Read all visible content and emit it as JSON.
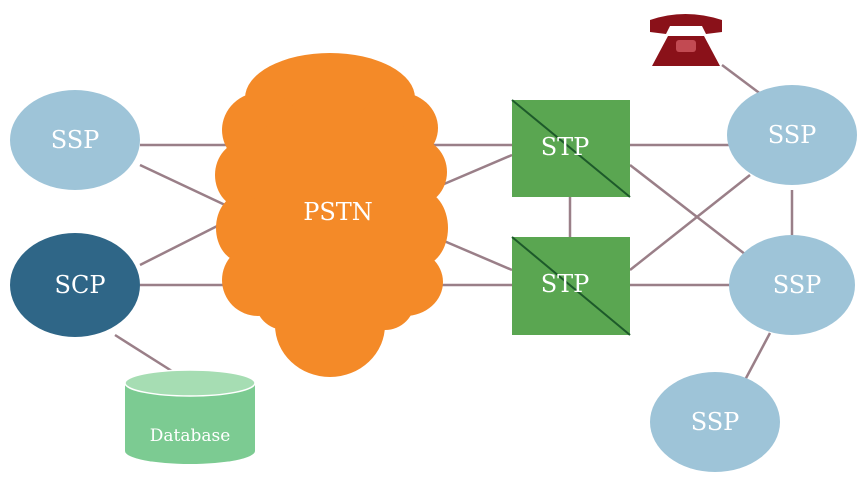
{
  "diagram": {
    "nodes": {
      "ssp_top_left": {
        "label": "SSP",
        "type": "SSP",
        "color": "#9ec4d8"
      },
      "scp": {
        "label": "SCP",
        "type": "SCP",
        "color": "#2f6687"
      },
      "database": {
        "label": "Database",
        "type": "Database",
        "color": "#7ccb92"
      },
      "pstn": {
        "label": "PSTN",
        "type": "PSTN",
        "color": "#f48a28"
      },
      "stp_top": {
        "label": "STP",
        "type": "STP",
        "color": "#5aa651"
      },
      "stp_bottom": {
        "label": "STP",
        "type": "STP",
        "color": "#5aa651"
      },
      "ssp_top_right": {
        "label": "SSP",
        "type": "SSP",
        "color": "#9ec4d8"
      },
      "ssp_mid_right": {
        "label": "SSP",
        "type": "SSP",
        "color": "#9ec4d8"
      },
      "ssp_bottom_right": {
        "label": "SSP",
        "type": "SSP",
        "color": "#9ec4d8"
      },
      "phone": {
        "icon": "telephone-icon",
        "color": "#8a1119"
      }
    },
    "links": [
      [
        "ssp_top_left",
        "pstn"
      ],
      [
        "ssp_top_left",
        "pstn"
      ],
      [
        "scp",
        "pstn"
      ],
      [
        "scp",
        "pstn"
      ],
      [
        "scp",
        "database"
      ],
      [
        "pstn",
        "stp_top"
      ],
      [
        "pstn",
        "stp_bottom"
      ],
      [
        "stp_top",
        "stp_bottom"
      ],
      [
        "stp_top",
        "ssp_top_right"
      ],
      [
        "stp_top",
        "ssp_mid_right"
      ],
      [
        "stp_bottom",
        "ssp_top_right"
      ],
      [
        "stp_bottom",
        "ssp_mid_right"
      ],
      [
        "ssp_top_right",
        "ssp_mid_right"
      ],
      [
        "ssp_mid_right",
        "ssp_bottom_right"
      ],
      [
        "phone",
        "ssp_top_right"
      ]
    ],
    "link_color": "#9a7f88"
  }
}
